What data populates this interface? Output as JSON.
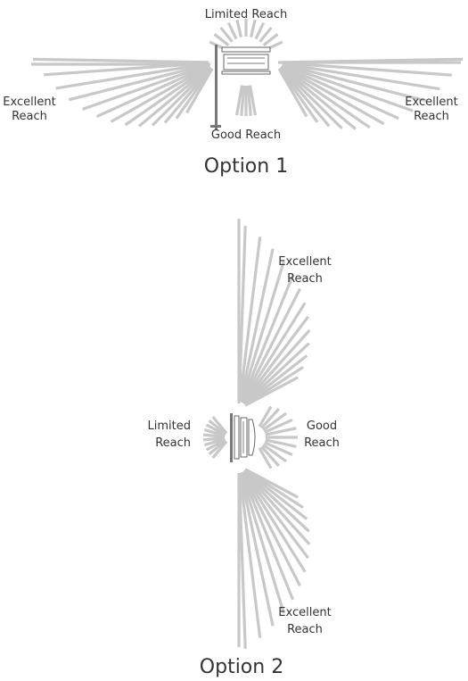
{
  "option1": {
    "caption": "Option 1",
    "labels": {
      "top": "Limited Reach",
      "left": [
        "Excellent",
        "Reach"
      ],
      "right": [
        "Excellent",
        "Reach"
      ],
      "bottom": "Good Reach"
    }
  },
  "option2": {
    "caption": "Option 2",
    "labels": {
      "top_right": [
        "Excellent",
        "Reach"
      ],
      "left": [
        "Limited",
        "Reach"
      ],
      "right": [
        "Good",
        "Reach"
      ],
      "bottom_right": [
        "Excellent",
        "Reach"
      ]
    }
  },
  "colors": {
    "ray": "#c8c8c8",
    "text": "#333333",
    "fixture": "#666666"
  }
}
